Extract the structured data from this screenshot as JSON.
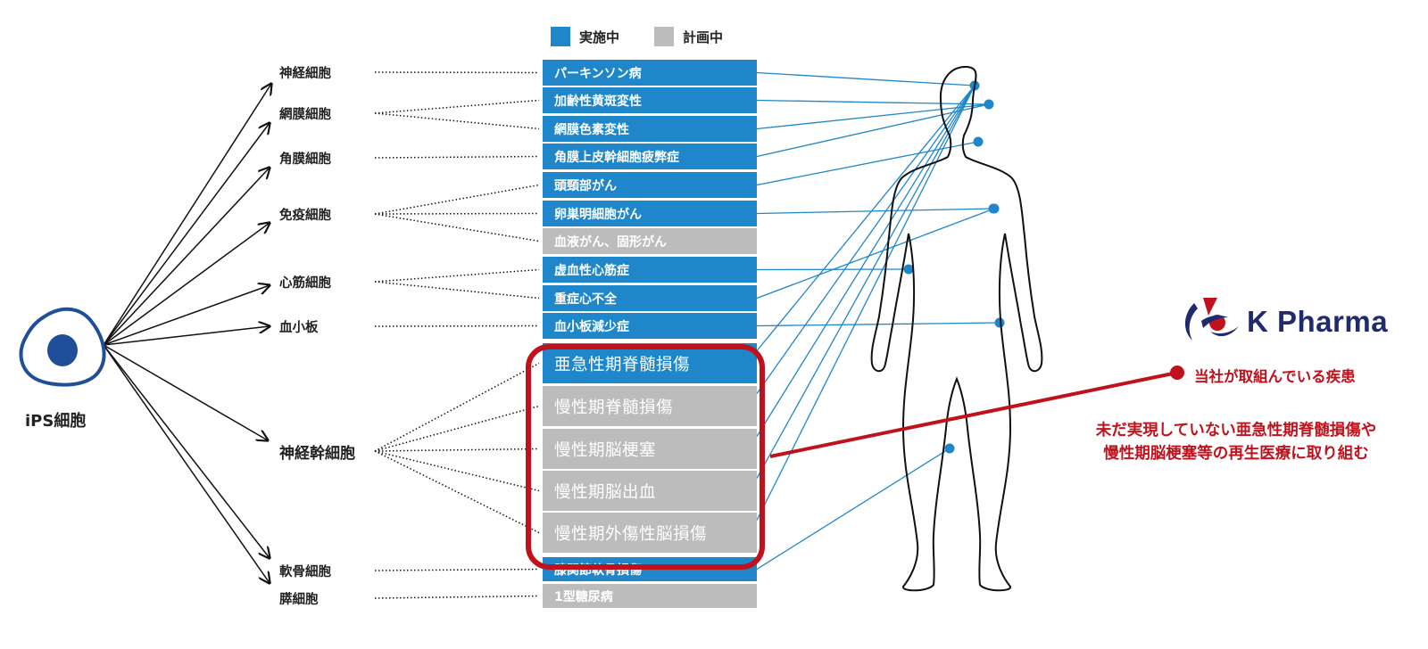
{
  "colors": {
    "active": "#1f86c9",
    "planned": "#bcbcbc",
    "accent_red": "#c0121c",
    "cell_outline": "#1f4f98",
    "logo_navy": "#1f2b6e"
  },
  "legend": [
    {
      "label": "実施中",
      "status": "active"
    },
    {
      "label": "計画中",
      "status": "planned"
    }
  ],
  "source_cell": {
    "label": "iPS細胞"
  },
  "cell_types": [
    {
      "name": "神経細胞",
      "diseases": [
        0
      ]
    },
    {
      "name": "網膜細胞",
      "diseases": [
        1,
        2
      ]
    },
    {
      "name": "角膜細胞",
      "diseases": [
        3
      ]
    },
    {
      "name": "免疫細胞",
      "diseases": [
        4,
        5,
        6
      ]
    },
    {
      "name": "心筋細胞",
      "diseases": [
        7,
        8
      ]
    },
    {
      "name": "血小板",
      "diseases": [
        9
      ]
    },
    {
      "name": "神経幹細胞",
      "diseases": [
        10,
        11,
        12,
        13,
        14
      ]
    },
    {
      "name": "軟骨細胞",
      "diseases": [
        15
      ]
    },
    {
      "name": "膵細胞",
      "diseases": [
        16
      ]
    }
  ],
  "diseases": [
    {
      "name": "パーキンソン病",
      "status": "active",
      "organ": "brain"
    },
    {
      "name": "加齢性黄斑変性",
      "status": "active",
      "organ": "eye"
    },
    {
      "name": "網膜色素変性",
      "status": "active",
      "organ": "eye"
    },
    {
      "name": "角膜上皮幹細胞疲弊症",
      "status": "active",
      "organ": "eye"
    },
    {
      "name": "頭頸部がん",
      "status": "active",
      "organ": "neck"
    },
    {
      "name": "卵巣明細胞がん",
      "status": "active",
      "organ": "ovary"
    },
    {
      "name": "血液がん、固形がん",
      "status": "planned",
      "organ": ""
    },
    {
      "name": "虚血性心筋症",
      "status": "active",
      "organ": "heart"
    },
    {
      "name": "重症心不全",
      "status": "active",
      "organ": "heart"
    },
    {
      "name": "血小板減少症",
      "status": "active",
      "organ": "marrow"
    },
    {
      "name": "亜急性期脊髄損傷",
      "status": "active",
      "organ": "brain",
      "focus": true
    },
    {
      "name": "慢性期脊髄損傷",
      "status": "planned",
      "organ": "brain",
      "focus": true
    },
    {
      "name": "慢性期脳梗塞",
      "status": "planned",
      "organ": "brain",
      "focus": true
    },
    {
      "name": "慢性期脳出血",
      "status": "planned",
      "organ": "brain",
      "focus": true
    },
    {
      "name": "慢性期外傷性脳損傷",
      "status": "planned",
      "organ": "brain",
      "focus": true
    },
    {
      "name": "膝関節軟骨損傷",
      "status": "active",
      "organ": "knee"
    },
    {
      "name": "1型糖尿病",
      "status": "planned",
      "organ": ""
    }
  ],
  "logo": {
    "text": "K Pharma"
  },
  "focus_legend": {
    "label": "当社が取組んでいる疾患"
  },
  "message": {
    "line1": "未だ実現していない亜急性期脊髄損傷や",
    "line2": "慢性期脳梗塞等の再生医療に取り組む"
  }
}
